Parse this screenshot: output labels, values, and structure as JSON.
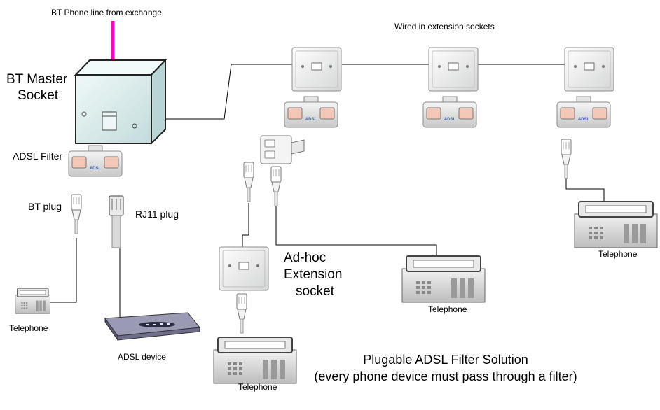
{
  "labels": {
    "bt_line": "BT Phone line from exchange",
    "wired_ext": "Wired in extension sockets",
    "master_socket_line1": "BT Master",
    "master_socket_line2": "Socket",
    "adsl_filter": "ADSL Filter",
    "bt_plug": "BT plug",
    "rj11_plug": "RJ11 plug",
    "telephone_1": "Telephone",
    "adsl_device": "ADSL device",
    "telephone_2": "Telephone",
    "adhoc_line1": "Ad-hoc",
    "adhoc_line2": "Extension",
    "adhoc_line3": "socket",
    "telephone_3": "Telephone",
    "telephone_4": "Telephone",
    "solution_line1": "Plugable ADSL Filter Solution",
    "solution_line2": "(every phone device must pass through a filter)"
  },
  "filter_text": "ADSL",
  "colors": {
    "exchange_line": "#ff00cc",
    "socket_face": "#eef0ef",
    "master_socket": "#dfeeee",
    "wire": "#000000"
  }
}
